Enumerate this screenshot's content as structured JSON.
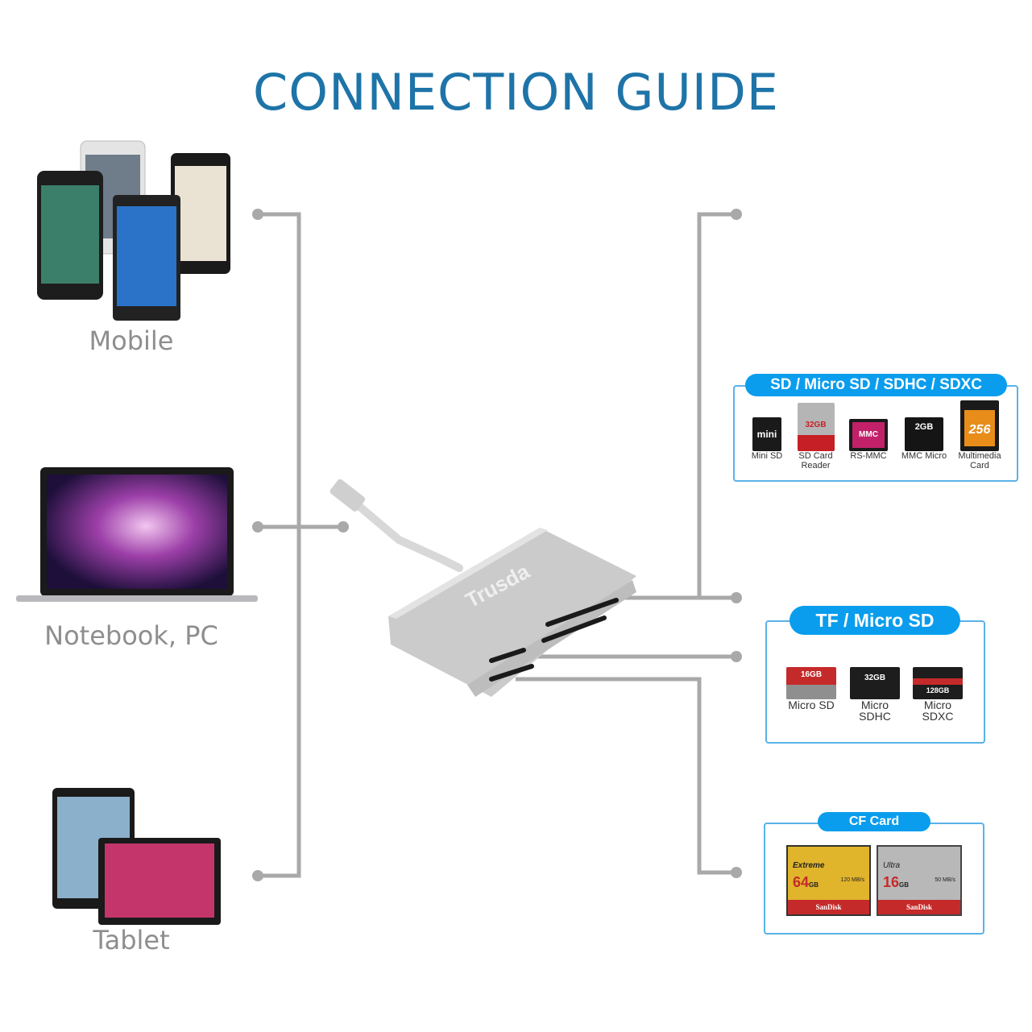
{
  "title": "CONNECTION GUIDE",
  "devices": {
    "mobile": "Mobile",
    "notebook": "Notebook, PC",
    "tablet": "Tablet"
  },
  "adapter": {
    "brand": "Trusda"
  },
  "sd_group": {
    "heading": "SD / Micro SD / SDHC / SDXC",
    "cards": [
      {
        "name": "Mini SD",
        "text": "mini"
      },
      {
        "name": "SD Card\nReader",
        "text": "32GB"
      },
      {
        "name": "RS-MMC",
        "text": "MMC"
      },
      {
        "name": "MMC Micro",
        "text": "2GB"
      },
      {
        "name": "Multimedia\nCard",
        "text": "256"
      }
    ]
  },
  "tf_group": {
    "heading": "TF / Micro SD",
    "cards": [
      {
        "name": "Micro SD",
        "text": "16GB"
      },
      {
        "name": "Micro\nSDHC",
        "text": "32GB"
      },
      {
        "name": "Micro\nSDXC",
        "text": "128GB"
      }
    ]
  },
  "cf_group": {
    "heading": "CF Card",
    "cards": [
      {
        "brand": "SanDisk",
        "line": "Extreme",
        "size": "64",
        "unit": "GB",
        "speed": "120 MB/s"
      },
      {
        "brand": "SanDisk",
        "line": "Ultra",
        "size": "16",
        "unit": "GB",
        "speed": "50 MB/s"
      }
    ]
  },
  "colors": {
    "title": "#1e74a8",
    "pill": "#0a9ded",
    "box_border": "#5ab2e8",
    "connector": "#a9a9a9"
  }
}
